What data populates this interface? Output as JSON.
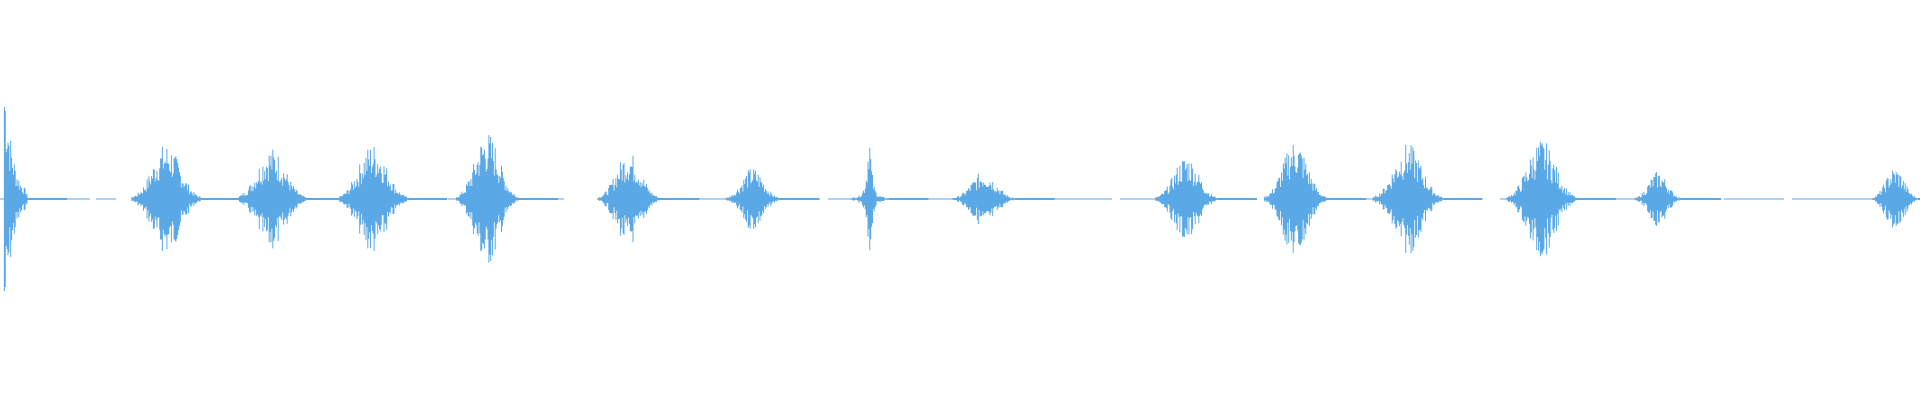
{
  "colors": {
    "background": "#ffffff",
    "waveform": "#5aa9e6"
  },
  "waveform": {
    "description_free": true,
    "bursts": [
      {
        "t": 0.0,
        "amp": 0.72,
        "dur": 0.012,
        "shape": "decay"
      },
      {
        "t": 0.085,
        "amp": 0.28,
        "dur": 0.018,
        "shape": "burst"
      },
      {
        "t": 0.14,
        "amp": 0.26,
        "dur": 0.018,
        "shape": "burst"
      },
      {
        "t": 0.193,
        "amp": 0.28,
        "dur": 0.018,
        "shape": "burst"
      },
      {
        "t": 0.253,
        "amp": 0.34,
        "dur": 0.016,
        "shape": "burst"
      },
      {
        "t": 0.327,
        "amp": 0.24,
        "dur": 0.016,
        "shape": "burst"
      },
      {
        "t": 0.392,
        "amp": 0.16,
        "dur": 0.014,
        "shape": "burst"
      },
      {
        "t": 0.453,
        "amp": 0.4,
        "dur": 0.01,
        "shape": "spike"
      },
      {
        "t": 0.513,
        "amp": 0.14,
        "dur": 0.016,
        "shape": "burst"
      },
      {
        "t": 0.619,
        "amp": 0.22,
        "dur": 0.016,
        "shape": "burst"
      },
      {
        "t": 0.676,
        "amp": 0.3,
        "dur": 0.016,
        "shape": "burst"
      },
      {
        "t": 0.735,
        "amp": 0.28,
        "dur": 0.018,
        "shape": "burst"
      },
      {
        "t": 0.805,
        "amp": 0.3,
        "dur": 0.018,
        "shape": "burst"
      },
      {
        "t": 0.866,
        "amp": 0.14,
        "dur": 0.012,
        "shape": "burst"
      },
      {
        "t": 0.99,
        "amp": 0.16,
        "dur": 0.012,
        "shape": "burst"
      }
    ]
  }
}
